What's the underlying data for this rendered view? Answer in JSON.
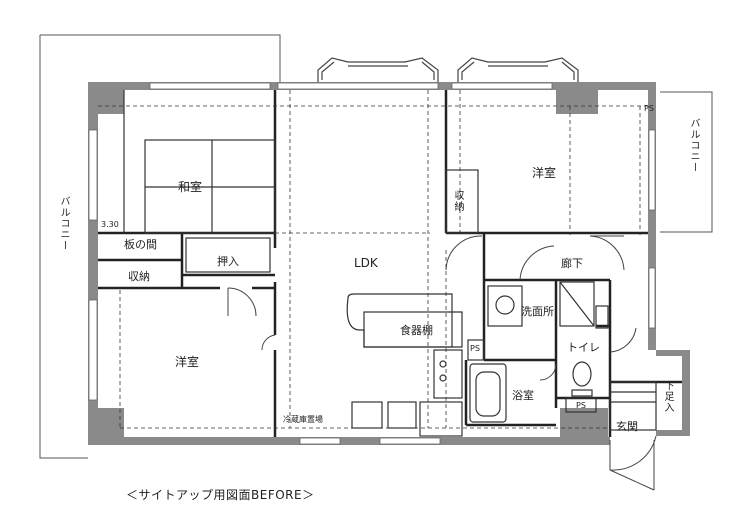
{
  "rooms": {
    "washitsu": "和室",
    "yoshitsu_left": "洋室",
    "yoshitsu_right": "洋室",
    "ldk": "LDK",
    "itanoma": "板の間",
    "oshiire": "押入",
    "shuno_left": "収納",
    "shuno_right": "収納",
    "shokkidana": "食器棚",
    "senmenjo": "洗面所",
    "yokushitsu": "浴室",
    "toilet": "トイレ",
    "rouka": "廊下",
    "genkan": "玄関",
    "geta": "下足入",
    "reizoko": "冷蔵庫置場"
  },
  "balconies": {
    "left": "バルコニー",
    "right": "バルコニー"
  },
  "marks": {
    "ps1": "PS",
    "ps2": "PS",
    "ps3": "PS",
    "dimension": "3.30"
  },
  "caption": "＜サイトアップ用図面BEFORE＞"
}
